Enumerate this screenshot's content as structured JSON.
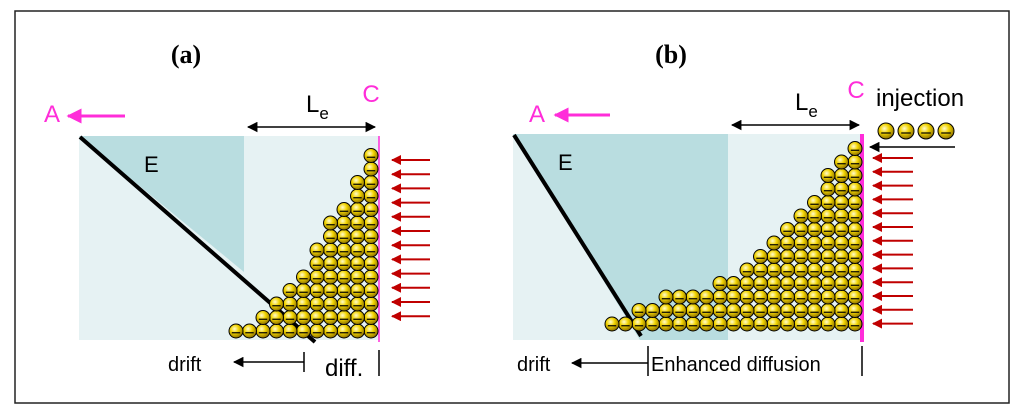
{
  "colors": {
    "frame": "#222222",
    "region_light": "#e6f2f3",
    "region_dark": "#b9dde0",
    "electrode": "#ff2dd9",
    "arrow_black": "#000000",
    "field_arrow": "#c00000",
    "ball_fill": "#f2d400",
    "ball_stroke": "#000000"
  },
  "panel_a": {
    "label": "(a)",
    "anode_label": "A",
    "cathode_label": "C",
    "length_label": "L",
    "length_subscript": "e",
    "field_label": "E",
    "drift_label": "drift",
    "diffusion_label": "diff."
  },
  "panel_b": {
    "label": "(b)",
    "anode_label": "A",
    "cathode_label": "C",
    "length_label": "L",
    "length_subscript": "e",
    "field_label": "E",
    "injection_label": "injection",
    "drift_label": "drift",
    "diffusion_label": "Enhanced diffusion"
  }
}
